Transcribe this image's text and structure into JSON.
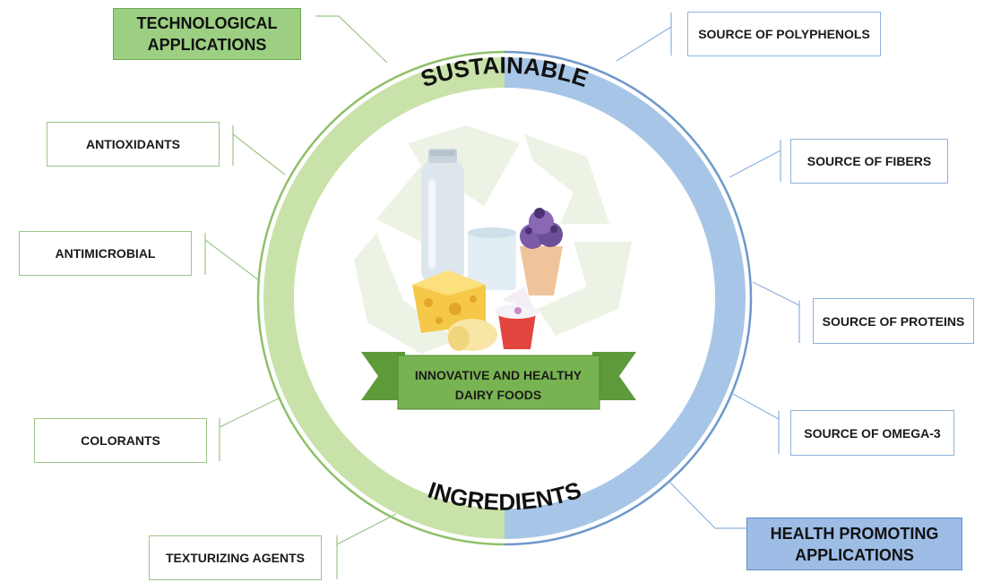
{
  "ring": {
    "top_label": "SUSTAINABLE",
    "bottom_label": "INGREDIENTS"
  },
  "center": {
    "banner_line1": "INNOVATIVE AND HEALTHY",
    "banner_line2": "DAIRY FOODS"
  },
  "left_group": {
    "header": "TECHNOLOGICAL APPLICATIONS",
    "items": [
      "ANTIOXIDANTS",
      "ANTIMICROBIAL",
      "COLORANTS",
      "TEXTURIZING AGENTS"
    ]
  },
  "right_group": {
    "header": "HEALTH PROMOTING APPLICATIONS",
    "items": [
      "SOURCE OF POLYPHENOLS",
      "SOURCE OF FIBERS",
      "SOURCE OF PROTEINS",
      "SOURCE OF OMEGA-3"
    ]
  },
  "colors": {
    "green_ring": "#c9e2aa",
    "blue_ring": "#a7c6e7",
    "green_header": "#9ccf82",
    "blue_header": "#9dbde6",
    "banner": "#78b351"
  }
}
